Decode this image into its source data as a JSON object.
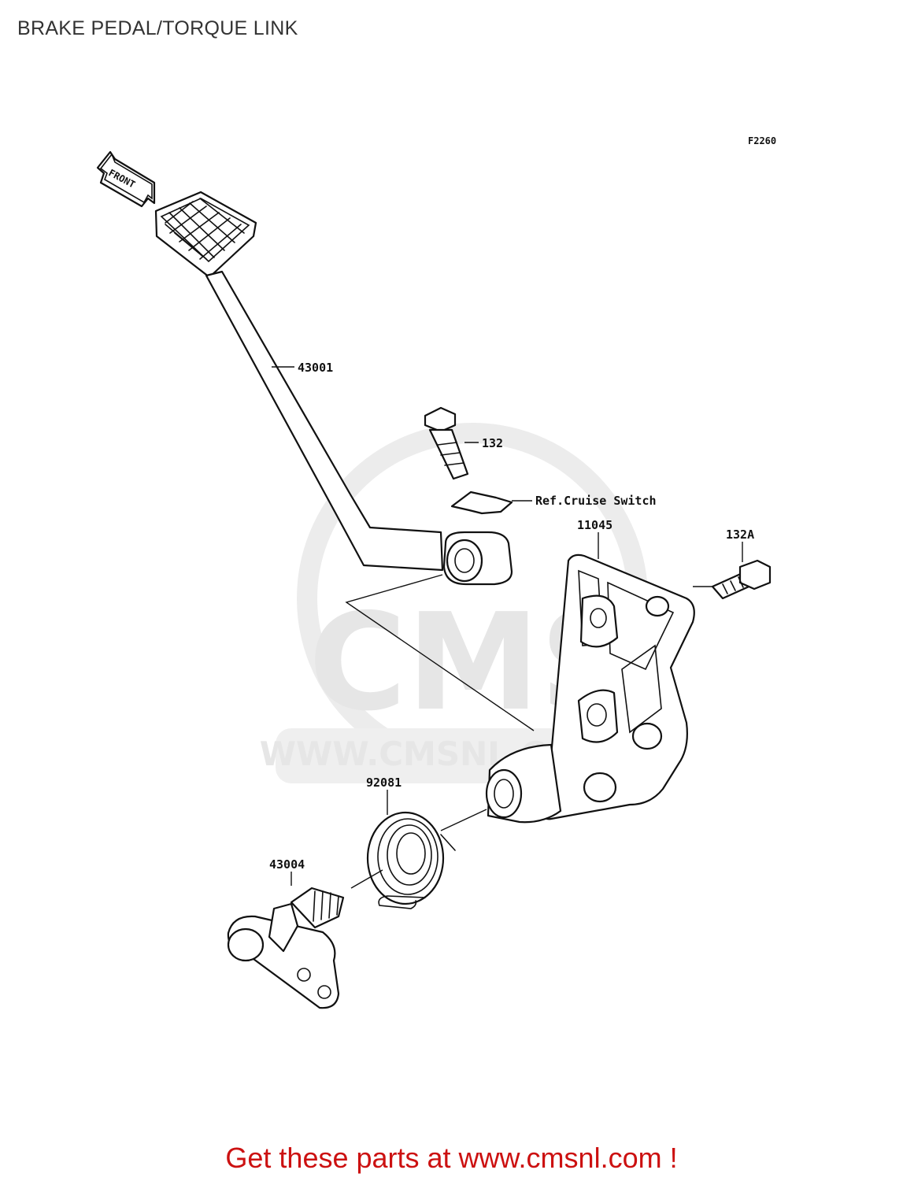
{
  "title": "BRAKE PEDAL/TORQUE LINK",
  "figure_code": "F2260",
  "front_indicator": "FRONT",
  "callouts": {
    "brake_pedal": "43001",
    "bolt": "132",
    "cruise_switch_ref": "Ref.Cruise Switch",
    "bracket": "11045",
    "bracket_bolt": "132A",
    "spring": "92081",
    "shaft": "43004"
  },
  "watermark": {
    "logo_text": "CMS",
    "url_text": "WWW.CMSNL.COM"
  },
  "promo_text": "Get these parts at www.cmsnl.com !",
  "colors": {
    "promo": "#cc1111",
    "line": "#111111",
    "watermark": "#e6e6e6"
  }
}
